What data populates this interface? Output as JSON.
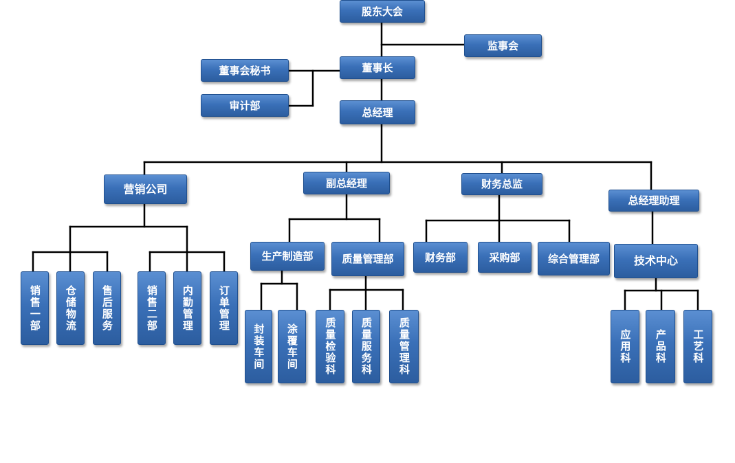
{
  "nodes": {
    "shareholders": "股东大会",
    "supervisory": "监事会",
    "chairman": "董事长",
    "board_secretary": "董事会秘书",
    "audit": "审计部",
    "general_manager": "总经理",
    "marketing": "营销公司",
    "deputy_gm": "副总经理",
    "cfo": "财务总监",
    "gm_assistant": "总经理助理",
    "sales1": "销售一部",
    "warehouse": "仓储物流",
    "after_sales": "售后服务",
    "sales2": "销售二部",
    "logistics": "内勤管理",
    "orders": "订单管理",
    "production": "生产制造部",
    "quality": "质量管理部",
    "finance": "财务部",
    "purchasing": "采购部",
    "admin": "综合管理部",
    "tech_center": "技术中心",
    "sealing": "封装车间",
    "coating": "涂覆车间",
    "qc_inspection": "质量检验科",
    "qc_service": "质量服务科",
    "qc_management": "质量管理科",
    "application": "应用科",
    "product": "产品科",
    "process": "工艺科"
  }
}
